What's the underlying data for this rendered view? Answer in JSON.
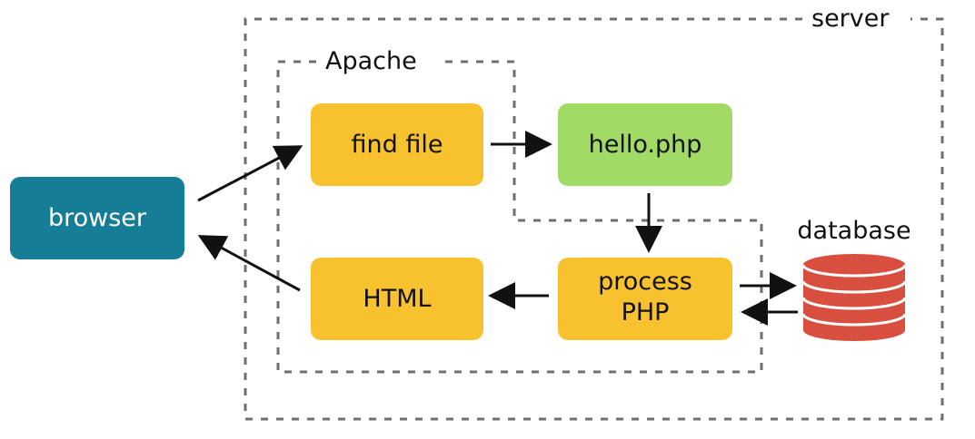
{
  "regions": {
    "server": {
      "label": "server"
    },
    "apache": {
      "label": "Apache"
    }
  },
  "nodes": {
    "browser": {
      "label": "browser",
      "color": "#157d96",
      "text_color": "#ffffff"
    },
    "find_file": {
      "label": "find file",
      "color": "#f8c22f",
      "text_color": "#111111"
    },
    "hello_php": {
      "label": "hello.php",
      "color": "#a1db66",
      "text_color": "#111111"
    },
    "html": {
      "label": "HTML",
      "color": "#f8c22f",
      "text_color": "#111111"
    },
    "process_php": {
      "label_line1": "process",
      "label_line2": "PHP",
      "color": "#f8c22f",
      "text_color": "#111111"
    },
    "database": {
      "label": "database",
      "color": "#d94f3f",
      "text_color": "#111111"
    }
  },
  "colors": {
    "border_dashed": "#6f6f6f",
    "arrow": "#111111"
  }
}
